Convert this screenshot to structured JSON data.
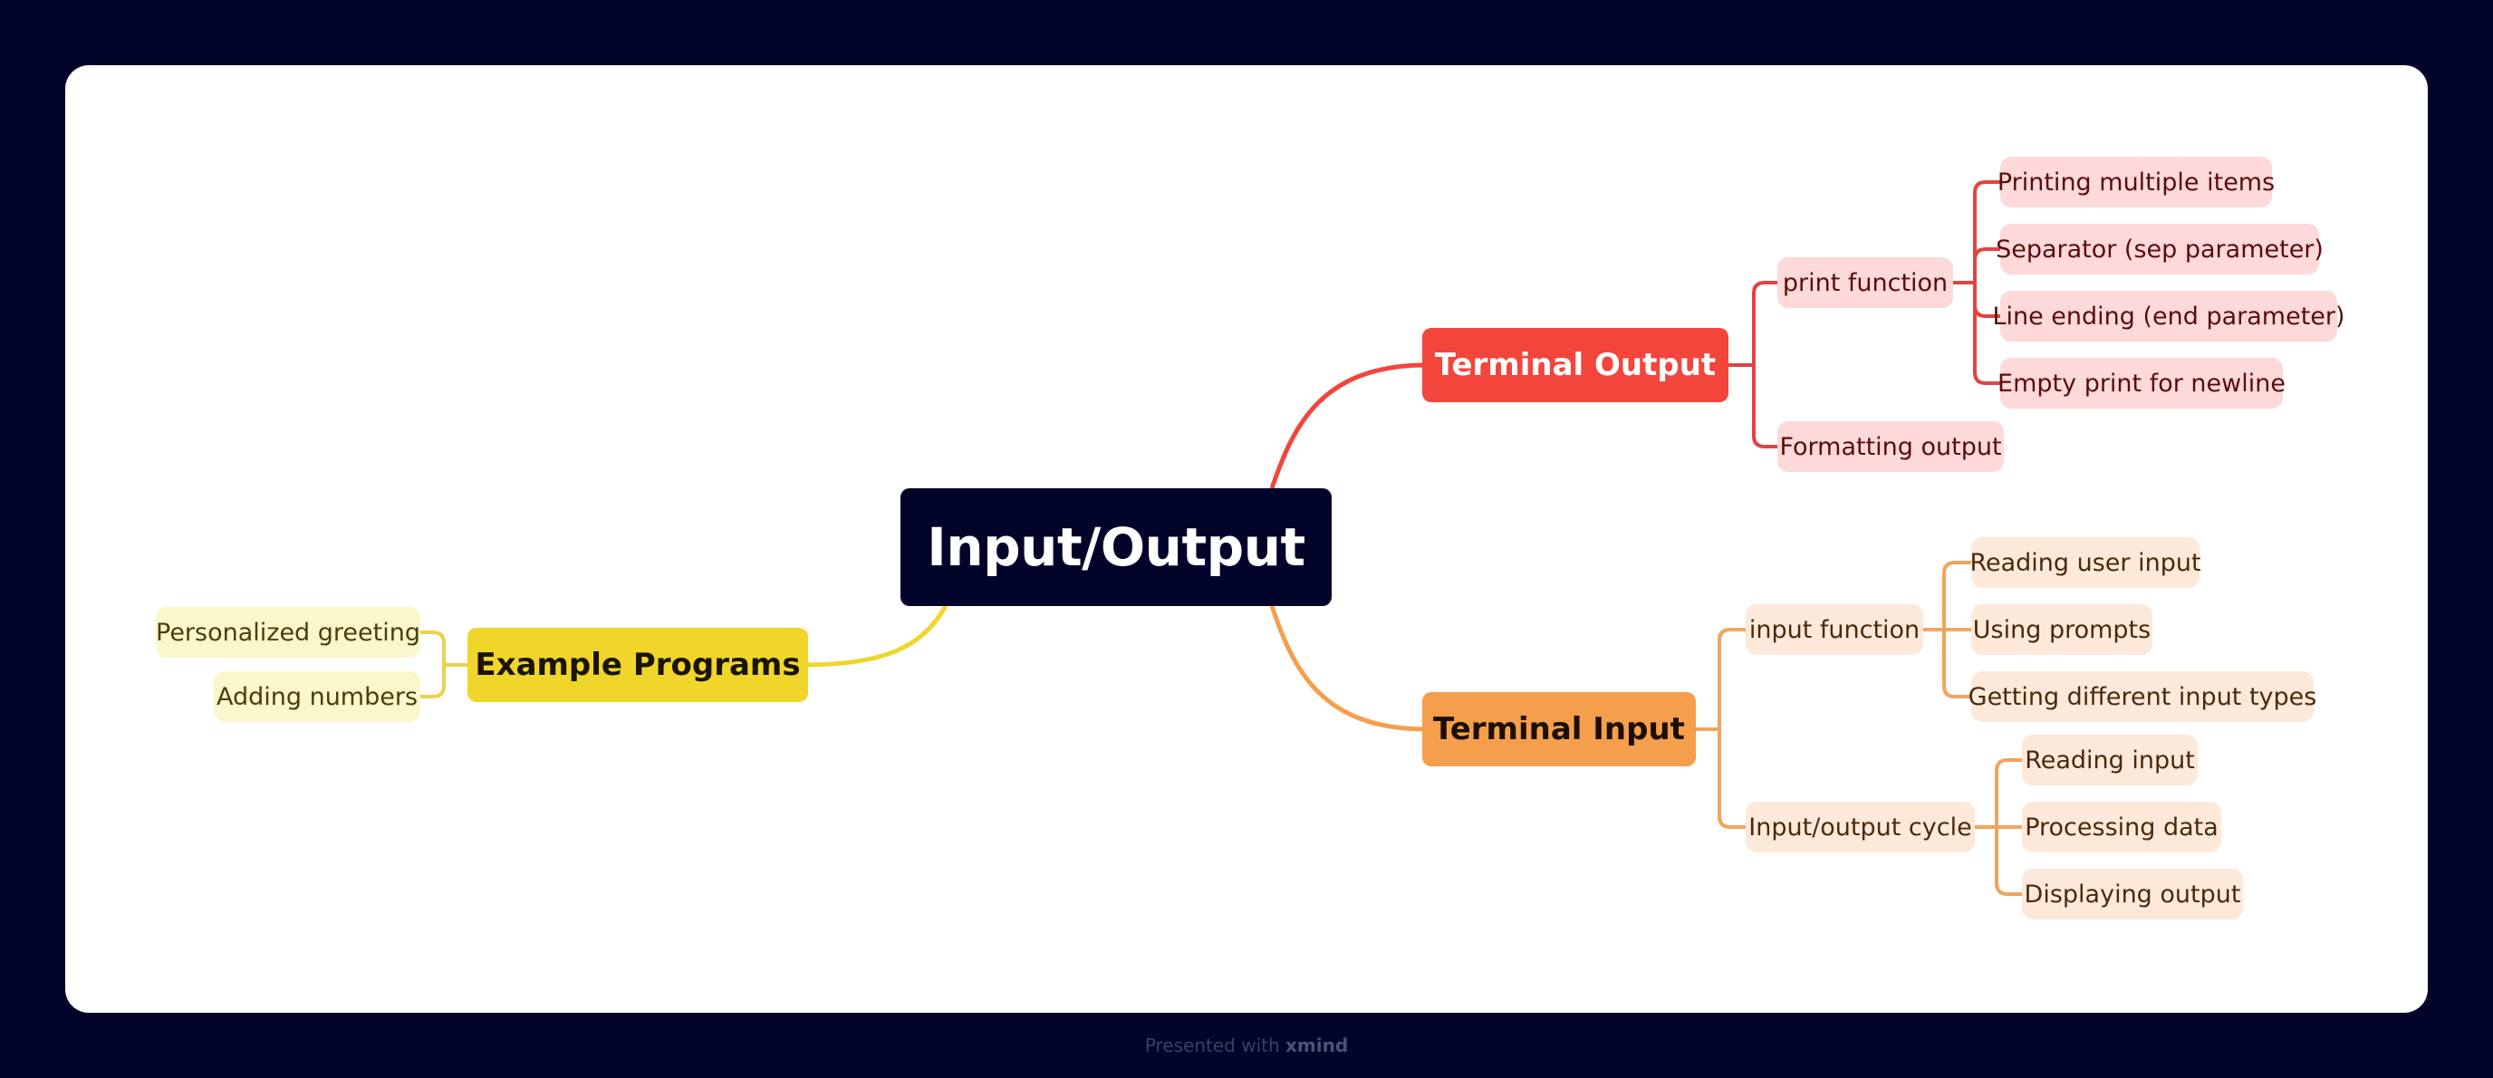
{
  "central": "Input/Output",
  "branches": {
    "output": {
      "label": "Terminal Output",
      "color": "#f2453b",
      "print_function": {
        "label": "print function",
        "children": [
          "Printing multiple items",
          "Separator (sep parameter)",
          "Line ending (end parameter)",
          "Empty print for newline"
        ]
      },
      "formatting": "Formatting output"
    },
    "input": {
      "label": "Terminal Input",
      "color": "#f59e4c",
      "input_function": {
        "label": "input function",
        "children": [
          "Reading user input",
          "Using prompts",
          "Getting different input types"
        ]
      },
      "cycle": {
        "label": "Input/output cycle",
        "children": [
          "Reading input",
          "Processing data",
          "Displaying output"
        ]
      }
    },
    "examples": {
      "label": "Example Programs",
      "color": "#f0d62b",
      "children": [
        "Personalized greeting",
        "Adding numbers"
      ]
    }
  },
  "footer": {
    "prefix": "Presented with",
    "brand": "xmind"
  }
}
